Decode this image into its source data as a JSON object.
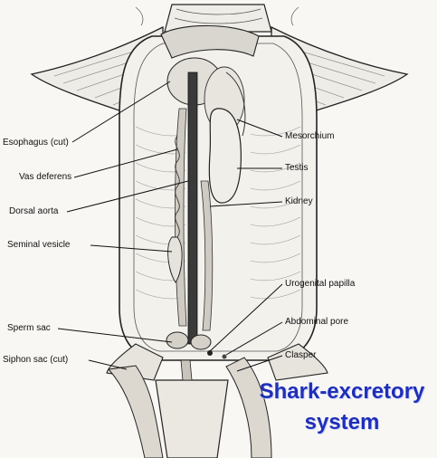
{
  "labels": {
    "esophagus": "Esophagus (cut)",
    "vas_deferens": "Vas deferens",
    "dorsal_aorta": "Dorsal aorta",
    "seminal_vesicle": "Seminal vesicle",
    "sperm_sac": "Sperm sac",
    "siphon_sac": "Siphon sac (cut)",
    "mesorchium": "Mesorchium",
    "testis": "Testis",
    "kidney": "Kidney",
    "urogenital_papilla": "Urogenital papilla",
    "abdominal_pore": "Abdominal pore",
    "clasper": "Clasper"
  },
  "caption": {
    "line1": "Shark-excretory",
    "line2": "system"
  },
  "colors": {
    "ink": "#111111",
    "caption": "#1f2fb8"
  }
}
